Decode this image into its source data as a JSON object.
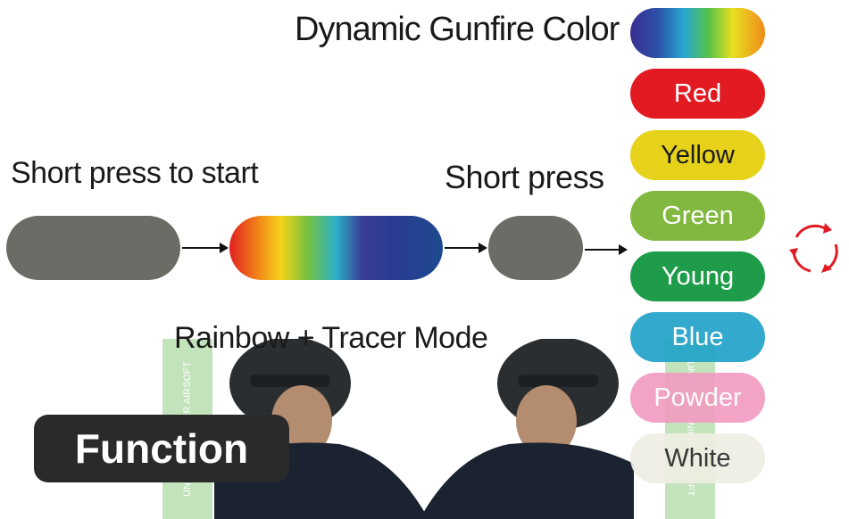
{
  "title": "Dynamic Gunfire Color",
  "left_label": "Short press to start",
  "right_label": "Short press",
  "mode_label": "Rainbow + Tracer Mode",
  "function_label": "Function",
  "watermark": "UNIVERSO SNIPER AIRSOFT",
  "colors": [
    {
      "label": "Red",
      "hex": "#e21b23"
    },
    {
      "label": "Yellow",
      "hex": "#e6d21a"
    },
    {
      "label": "Green",
      "hex": "#83b840"
    },
    {
      "label": "Young",
      "hex": "#1e9c4a"
    },
    {
      "label": "Blue",
      "hex": "#22a3c9"
    },
    {
      "label": "Powder",
      "hex": "#f19ac0"
    },
    {
      "label": "White",
      "hex": "#efeee3"
    }
  ],
  "cycle_icon": "refresh-cycle-icon"
}
